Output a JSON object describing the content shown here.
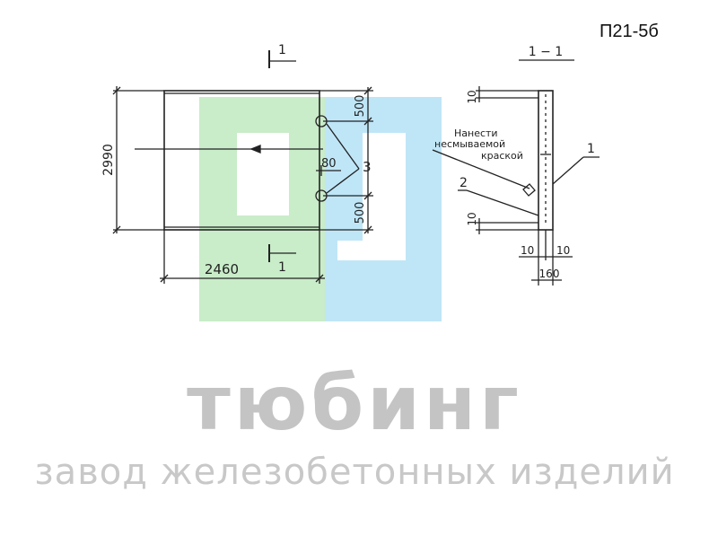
{
  "drawing_code": "П21-5б",
  "plan_view": {
    "section_mark_top": "1",
    "section_mark_bottom": "1",
    "dim_height": "2990",
    "dim_width": "2460",
    "dim_top_offset": "500",
    "dim_bottom_offset": "500",
    "dim_hook_spacing": "80",
    "callout_hooks": "3"
  },
  "section_view": {
    "title": "1 − 1",
    "note_line1": "Нанести",
    "note_line2": "несмываемой",
    "note_line3": "краской",
    "callout_panel": "1",
    "callout_mark": "2",
    "dim_top": "10",
    "dim_bottom": "10",
    "dim_left": "10",
    "dim_right": "10",
    "dim_thickness": "160"
  },
  "brand": {
    "name": "тюбинг",
    "subtitle": "завод железобетонных изделий"
  },
  "colors": {
    "logo_green": "#c9ecc9",
    "logo_blue": "#bfe6f7",
    "ink": "#222222",
    "watermark_text": "#c4c4c4"
  }
}
